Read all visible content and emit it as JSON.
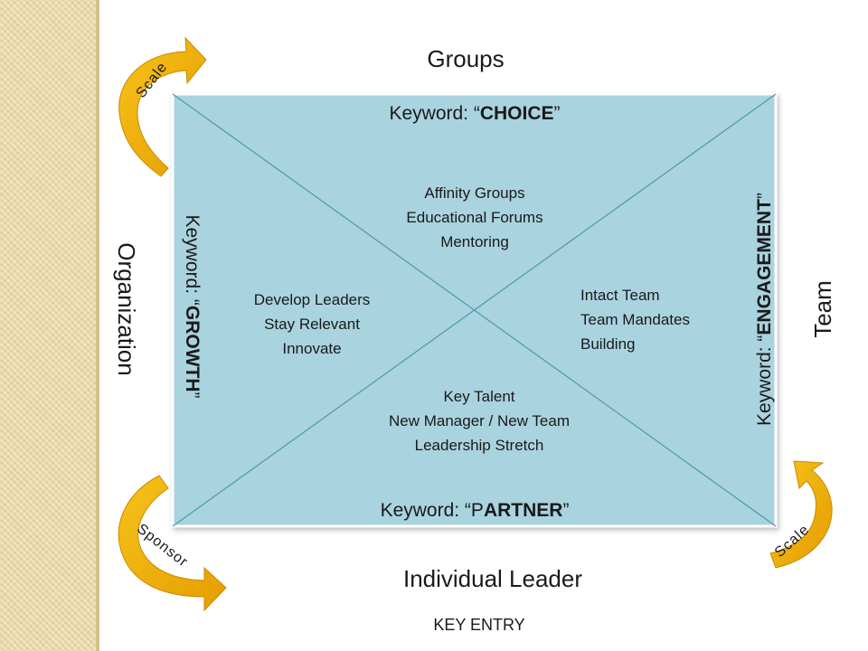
{
  "title": "Groups",
  "bottom_label": "Individual Leader",
  "left_label": "Organization",
  "right_label": "Team",
  "footer": "KEY ENTRY",
  "keywords": {
    "top": {
      "prefix": "Keyword: “",
      "word": "CHOICE",
      "suffix": "”"
    },
    "bottom": {
      "prefix": "Keyword: “P",
      "word": "ARTNER",
      "suffix": "”"
    },
    "left": {
      "prefix": "Keyword: “",
      "word": "GROWTH",
      "suffix": "”"
    },
    "right": {
      "prefix": "Keyword:  “",
      "word": "ENGAGEMENT",
      "suffix": "”"
    }
  },
  "quadrants": {
    "top": [
      "Affinity Groups",
      "Educational Forums",
      "Mentoring"
    ],
    "left": [
      "Develop Leaders",
      "Stay Relevant",
      "Innovate"
    ],
    "right": [
      "Intact Team",
      "Team Mandates",
      "Building"
    ],
    "bottom": [
      "Key Talent",
      "New Manager / New Team",
      "Leadership Stretch"
    ]
  },
  "arrows": {
    "top_left": "Scale",
    "bottom_left": "Sponsor",
    "bottom_right": "Scale"
  },
  "colors": {
    "box_fill": "#a9d3df",
    "box_border": "#ffffff",
    "diagonals": "#4a9ab0",
    "arrow": "#f0b400",
    "arrow_shade": "#c98a00",
    "texture": "#e9d8a6"
  }
}
